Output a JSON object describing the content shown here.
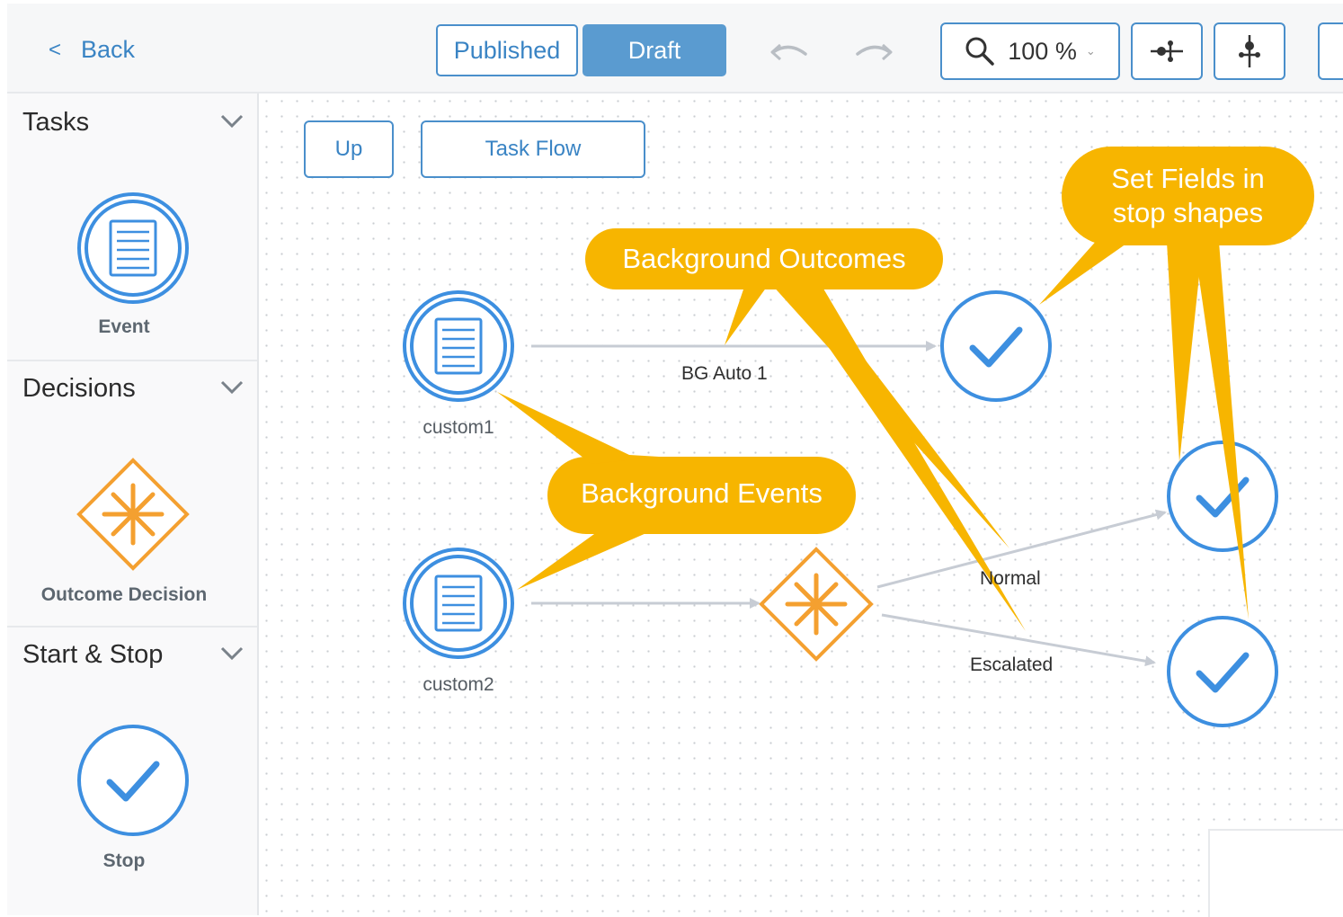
{
  "header": {
    "back_label": "Back",
    "back_chevron": "<",
    "tabs": [
      {
        "label": "Published",
        "active": false
      },
      {
        "label": "Draft",
        "active": true
      }
    ],
    "zoom": {
      "value": "100 %",
      "icon": "search-icon"
    },
    "toolbar_icons": [
      "undo-icon",
      "redo-icon",
      "horizontal-layout-icon",
      "vertical-layout-icon"
    ],
    "accent_color": "#4a8fcb"
  },
  "sidebar": {
    "sections": [
      {
        "title": "Tasks",
        "items": [
          {
            "label": "Event",
            "icon": "event-icon"
          }
        ]
      },
      {
        "title": "Decisions",
        "items": [
          {
            "label": "Outcome Decision",
            "icon": "outcome-decision-icon"
          }
        ]
      },
      {
        "title": "Start & Stop",
        "items": [
          {
            "label": "Stop",
            "icon": "stop-icon"
          }
        ]
      }
    ]
  },
  "canvas": {
    "buttons": {
      "up": "Up",
      "task_flow": "Task Flow"
    },
    "nodes": [
      {
        "id": "custom1",
        "type": "event",
        "label": "custom1"
      },
      {
        "id": "custom2",
        "type": "event",
        "label": "custom2"
      },
      {
        "id": "decision1",
        "type": "outcome-decision",
        "label": ""
      },
      {
        "id": "stop1",
        "type": "stop",
        "label": ""
      },
      {
        "id": "stop2",
        "type": "stop",
        "label": ""
      },
      {
        "id": "stop3",
        "type": "stop",
        "label": ""
      }
    ],
    "edges": [
      {
        "from": "custom1",
        "to": "stop1",
        "label": "BG Auto 1"
      },
      {
        "from": "custom2",
        "to": "decision1",
        "label": ""
      },
      {
        "from": "decision1",
        "to": "stop2",
        "label": "Normal"
      },
      {
        "from": "decision1",
        "to": "stop3",
        "label": "Escalated"
      }
    ],
    "callouts": [
      {
        "text_lines": [
          "Background Outcomes"
        ]
      },
      {
        "text_lines": [
          "Background Events"
        ]
      },
      {
        "text_lines": [
          "Set Fields in",
          "stop shapes"
        ]
      }
    ],
    "callout_color": "#f7b500",
    "event_color": "#3d8fe0",
    "decision_color": "#f4a030"
  }
}
